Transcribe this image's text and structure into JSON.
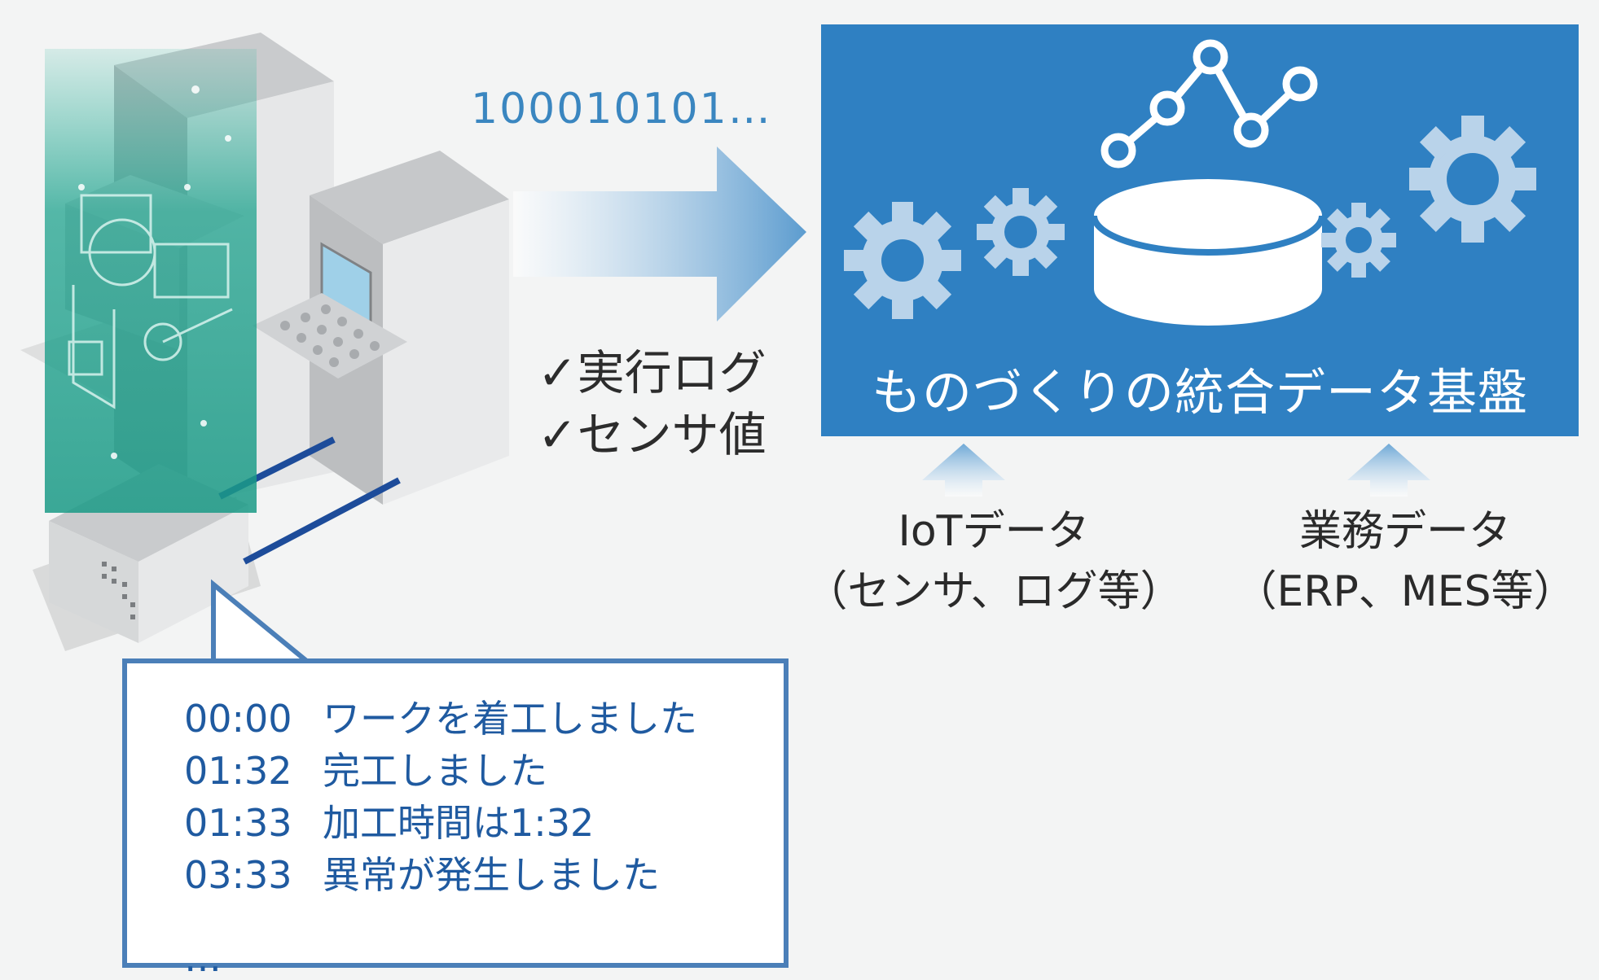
{
  "binary_stream": "100010101…",
  "machine_outputs": [
    "✓実行ログ",
    "✓センサ値"
  ],
  "platform": {
    "title": "ものづくりの統合データ基盤"
  },
  "sources": {
    "iot": {
      "line1": "IoTデータ",
      "line2": "（センサ、ログ等）"
    },
    "business": {
      "line1": "業務データ",
      "line2": "（ERP、MES等）"
    }
  },
  "log": {
    "entries": [
      {
        "time": "00:00",
        "message": "ワークを着工しました"
      },
      {
        "time": "01:32",
        "message": "完工しました"
      },
      {
        "time": "01:33",
        "message": "加工時間は1:32"
      },
      {
        "time": "03:33",
        "message": "異常が発生しました"
      }
    ],
    "more": "…"
  },
  "colors": {
    "panel": "#2f80c2",
    "gear": "#b9d3ea",
    "binary_text": "#3a86c0",
    "log_text": "#1f5aa0",
    "log_border": "#4b7fb8",
    "teal_overlay": "#1fa38e",
    "cable": "#1d4c9a"
  }
}
